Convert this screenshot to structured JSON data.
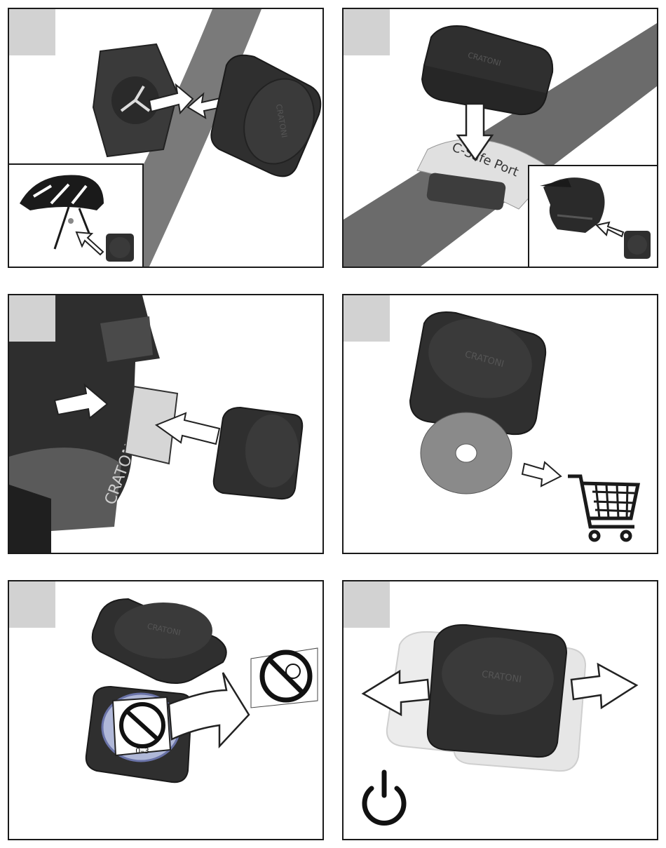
{
  "document": {
    "brand_label": "CRATONI",
    "port_label": "C-Safe Port",
    "age_warning": "0–3",
    "colors": {
      "step_box": "#d2d2d2",
      "strap": "#6b6b6b",
      "device_dark": "#2f2f2f",
      "device_mid": "#3d3d3d",
      "disc": "#8a8a8a",
      "border": "#1a1a1a"
    },
    "panels": [
      {
        "name": "step-1",
        "icons": [
          "mount-plate-icon",
          "sensor-device-icon",
          "arrow-icon",
          "bike-helmet-icon"
        ]
      },
      {
        "name": "step-2",
        "icons": [
          "sensor-device-icon",
          "down-arrow-icon",
          "c-safe-port-label",
          "fullface-helmet-icon"
        ]
      },
      {
        "name": "step-3",
        "icons": [
          "helmet-side-icon",
          "adhesive-pad-icon",
          "sensor-device-icon"
        ]
      },
      {
        "name": "step-4",
        "icons": [
          "sensor-device-icon",
          "adhesive-disc-icon",
          "shopping-cart-icon"
        ]
      },
      {
        "name": "step-5",
        "icons": [
          "sensor-lid-icon",
          "battery-sticker-icon",
          "no-children-warning-icon"
        ]
      },
      {
        "name": "step-6",
        "icons": [
          "shake-motion-icon",
          "power-icon"
        ]
      }
    ]
  }
}
